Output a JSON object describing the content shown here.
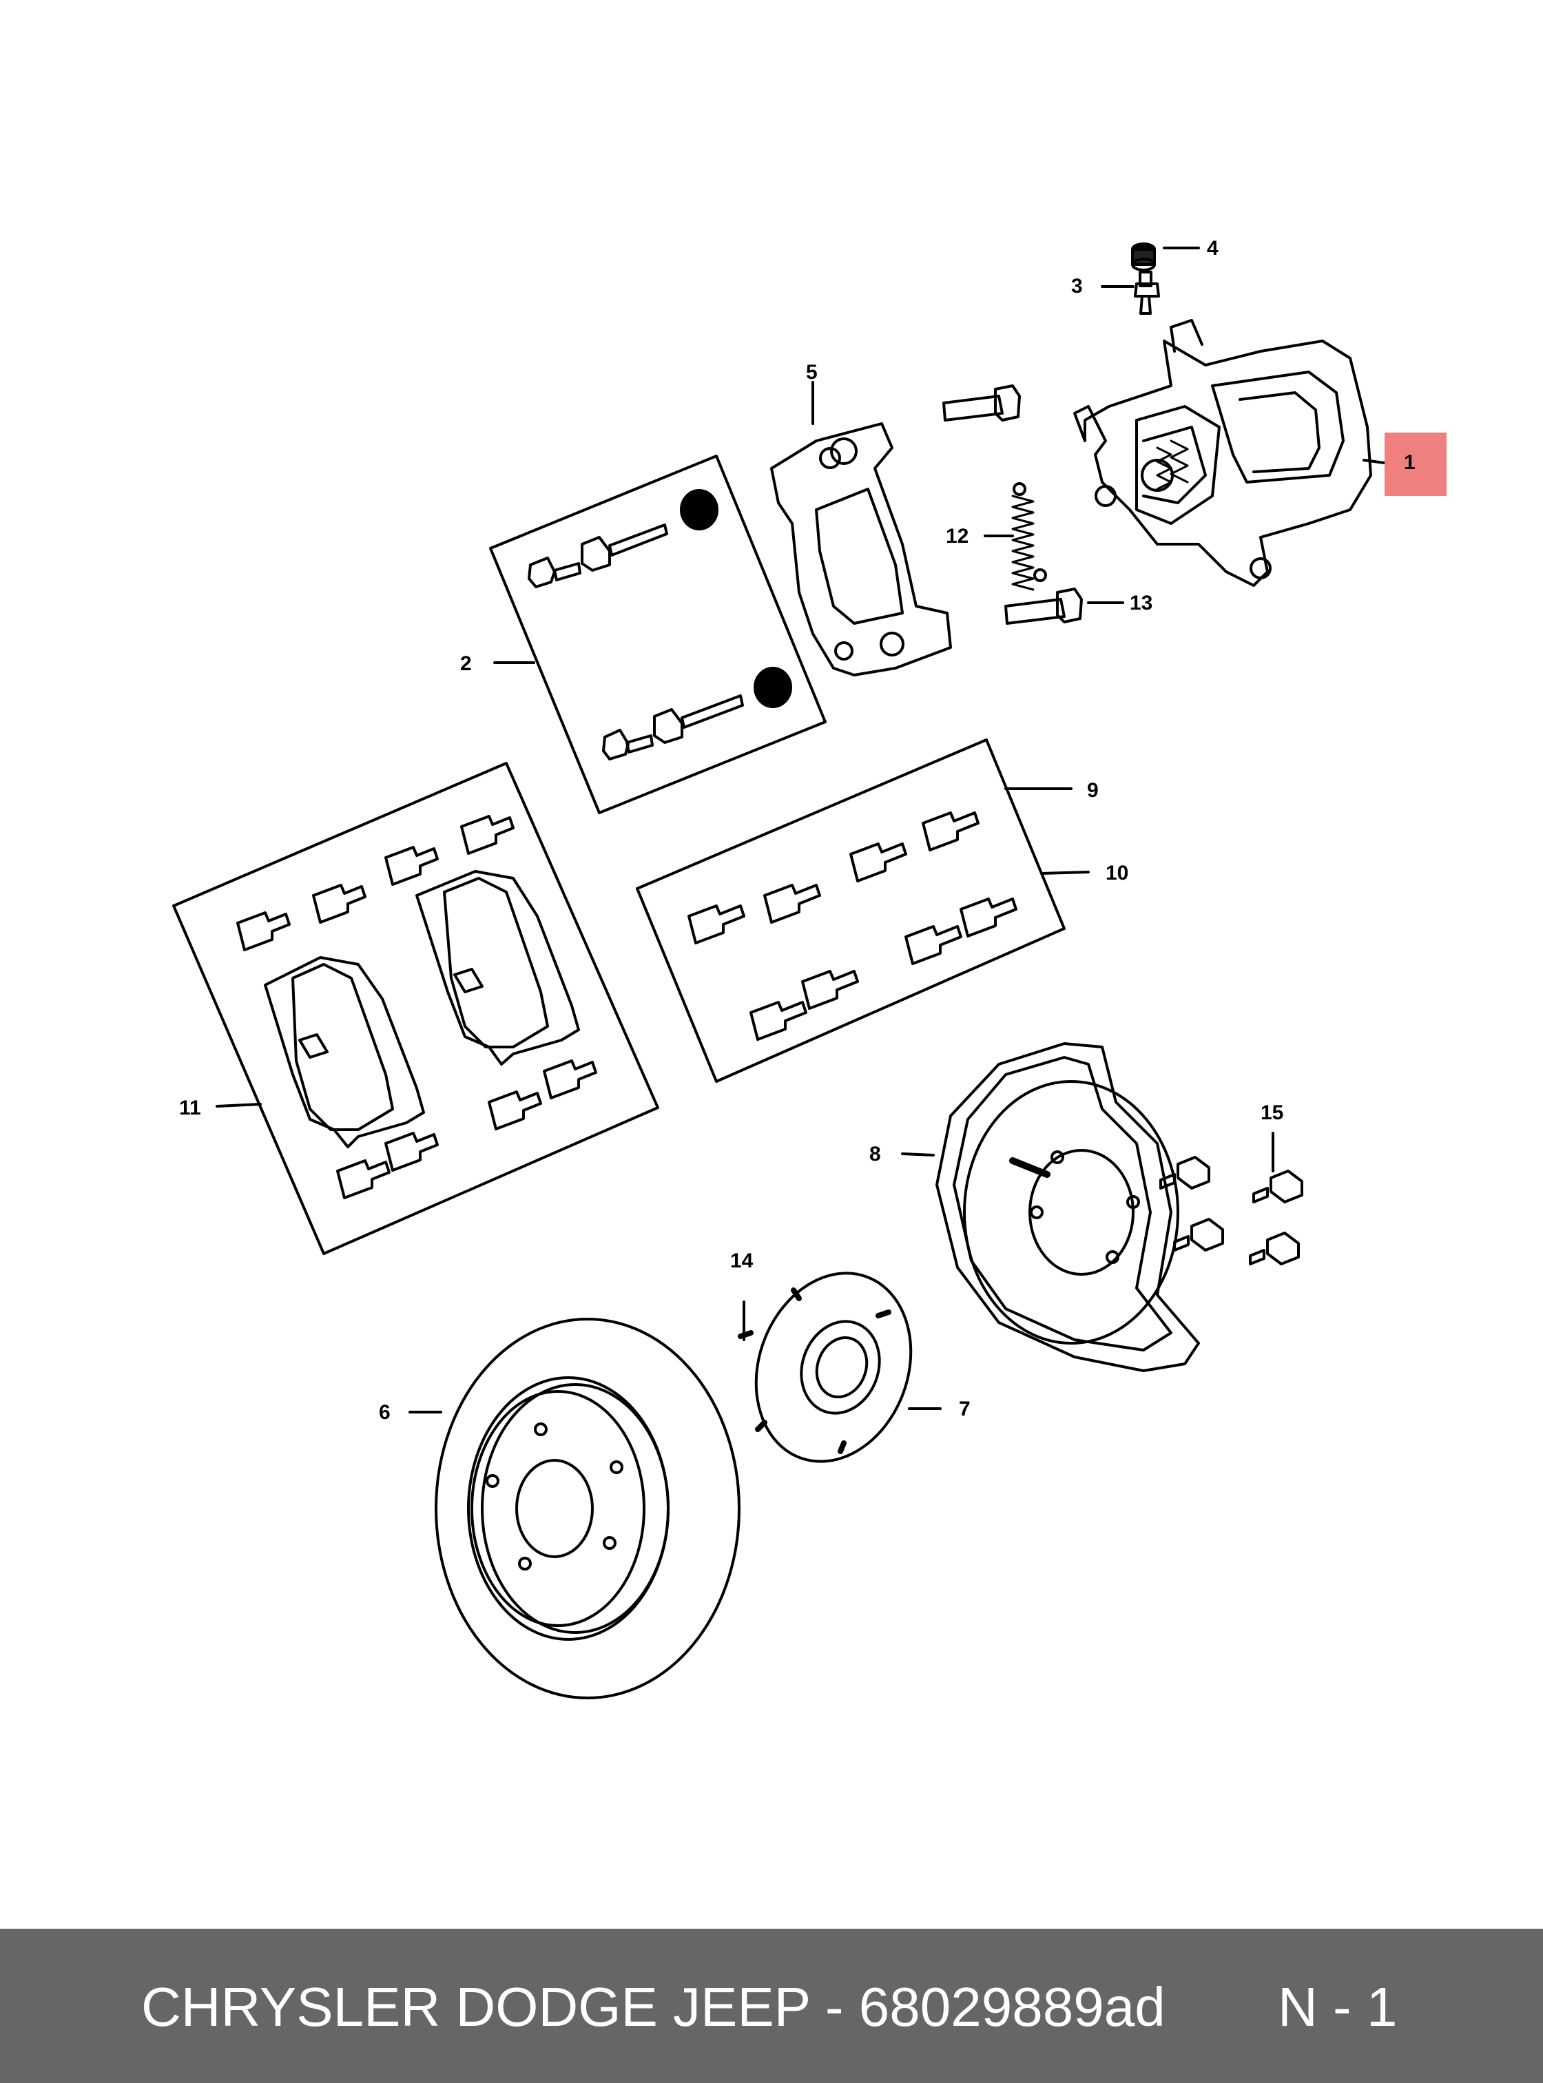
{
  "footer": {
    "caption": "CHRYSLER DODGE JEEP - 68029889ad",
    "page_tag": "N - 1",
    "background": "#666666"
  },
  "highlight_color": "#f08080",
  "callouts": {
    "c1": "1",
    "c2": "2",
    "c3": "3",
    "c4": "4",
    "c5": "5",
    "c6": "6",
    "c7": "7",
    "c8": "8",
    "c9": "9",
    "c10": "10",
    "c11": "11",
    "c12": "12",
    "c13": "13",
    "c14": "14",
    "c15": "15"
  }
}
